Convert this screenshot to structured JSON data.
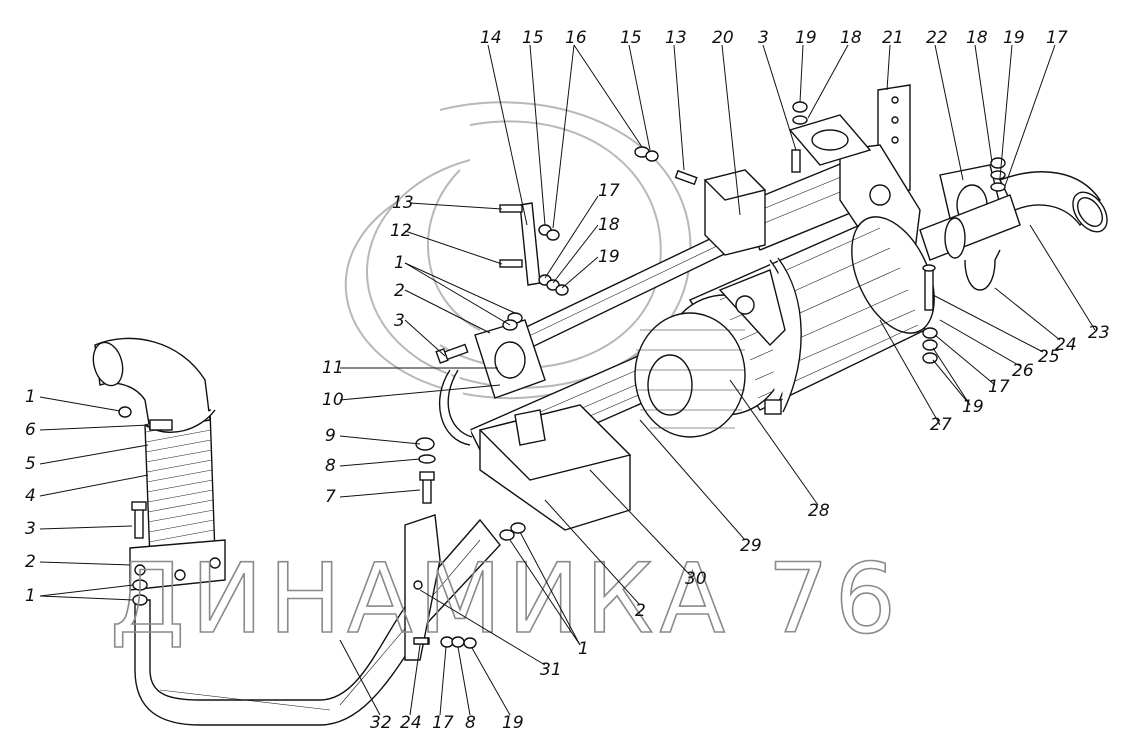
{
  "watermark": {
    "text": "ДИНАМИКА 76"
  },
  "callouts": [
    {
      "id": "c14",
      "label": "14"
    },
    {
      "id": "c15a",
      "label": "15"
    },
    {
      "id": "c16",
      "label": "16"
    },
    {
      "id": "c15b",
      "label": "15"
    },
    {
      "id": "c13a",
      "label": "13"
    },
    {
      "id": "c20",
      "label": "20"
    },
    {
      "id": "c3a",
      "label": "3"
    },
    {
      "id": "c19a",
      "label": "19"
    },
    {
      "id": "c18a",
      "label": "18"
    },
    {
      "id": "c21",
      "label": "21"
    },
    {
      "id": "c22",
      "label": "22"
    },
    {
      "id": "c18b",
      "label": "18"
    },
    {
      "id": "c19b",
      "label": "19"
    },
    {
      "id": "c17a",
      "label": "17"
    },
    {
      "id": "c13b",
      "label": "13"
    },
    {
      "id": "c17b",
      "label": "17"
    },
    {
      "id": "c12",
      "label": "12"
    },
    {
      "id": "c18c",
      "label": "18"
    },
    {
      "id": "c19c",
      "label": "19"
    },
    {
      "id": "c1a",
      "label": "1"
    },
    {
      "id": "c2a",
      "label": "2"
    },
    {
      "id": "c3b",
      "label": "3"
    },
    {
      "id": "c11",
      "label": "11"
    },
    {
      "id": "c10",
      "label": "10"
    },
    {
      "id": "c9",
      "label": "9"
    },
    {
      "id": "c8a",
      "label": "8"
    },
    {
      "id": "c7",
      "label": "7"
    },
    {
      "id": "c1b",
      "label": "1"
    },
    {
      "id": "c6",
      "label": "6"
    },
    {
      "id": "c5",
      "label": "5"
    },
    {
      "id": "c4",
      "label": "4"
    },
    {
      "id": "c3c",
      "label": "3"
    },
    {
      "id": "c2b",
      "label": "2"
    },
    {
      "id": "c1c",
      "label": "1"
    },
    {
      "id": "c23",
      "label": "23"
    },
    {
      "id": "c24a",
      "label": "24"
    },
    {
      "id": "c25",
      "label": "25"
    },
    {
      "id": "c26",
      "label": "26"
    },
    {
      "id": "c17c",
      "label": "17"
    },
    {
      "id": "c19d",
      "label": "19"
    },
    {
      "id": "c27",
      "label": "27"
    },
    {
      "id": "c28",
      "label": "28"
    },
    {
      "id": "c29",
      "label": "29"
    },
    {
      "id": "c30",
      "label": "30"
    },
    {
      "id": "c2c",
      "label": "2"
    },
    {
      "id": "c1d",
      "label": "1"
    },
    {
      "id": "c31",
      "label": "31"
    },
    {
      "id": "c32",
      "label": "32"
    },
    {
      "id": "c24b",
      "label": "24"
    },
    {
      "id": "c17d",
      "label": "17"
    },
    {
      "id": "c8b",
      "label": "8"
    },
    {
      "id": "c19e",
      "label": "19"
    }
  ]
}
